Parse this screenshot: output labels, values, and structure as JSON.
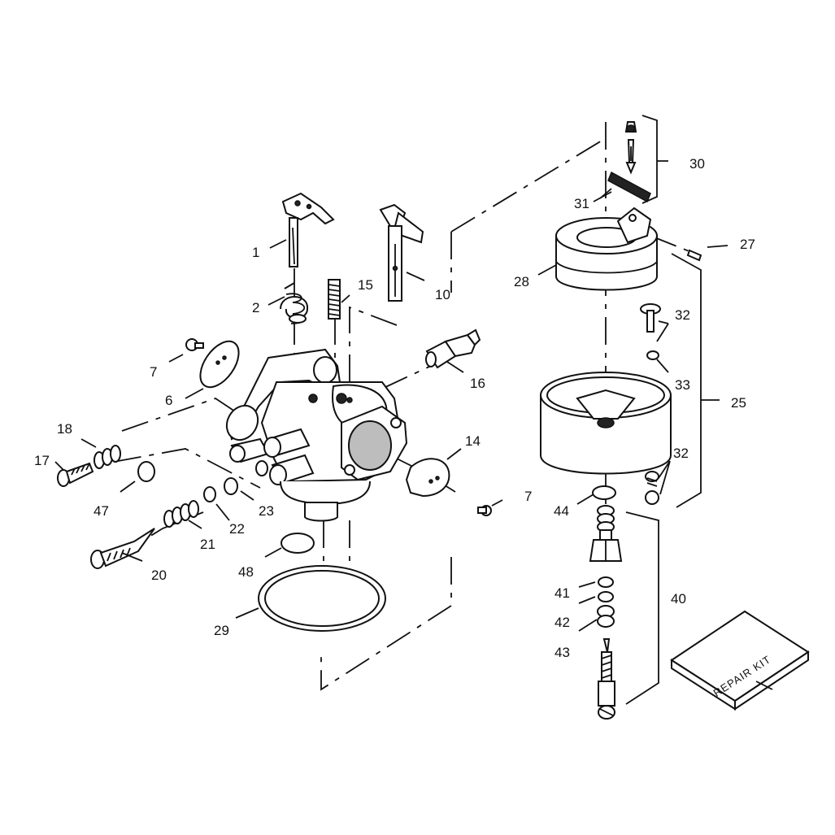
{
  "callouts": {
    "c1": "1",
    "c2": "2",
    "c6": "6",
    "c7a": "7",
    "c7b": "7",
    "c10": "10",
    "c14": "14",
    "c15": "15",
    "c16": "16",
    "c17": "17",
    "c18": "18",
    "c20": "20",
    "c21": "21",
    "c22": "22",
    "c23": "23",
    "c25": "25",
    "c27": "27",
    "c28": "28",
    "c29": "29",
    "c30": "30",
    "c31": "31",
    "c32a": "32",
    "c32b": "32",
    "c33": "33",
    "c40": "40",
    "c41": "41",
    "c42": "42",
    "c43": "43",
    "c44": "44",
    "c47": "47",
    "c48": "48"
  },
  "repair_kit": {
    "label": "REPAIR KIT"
  }
}
